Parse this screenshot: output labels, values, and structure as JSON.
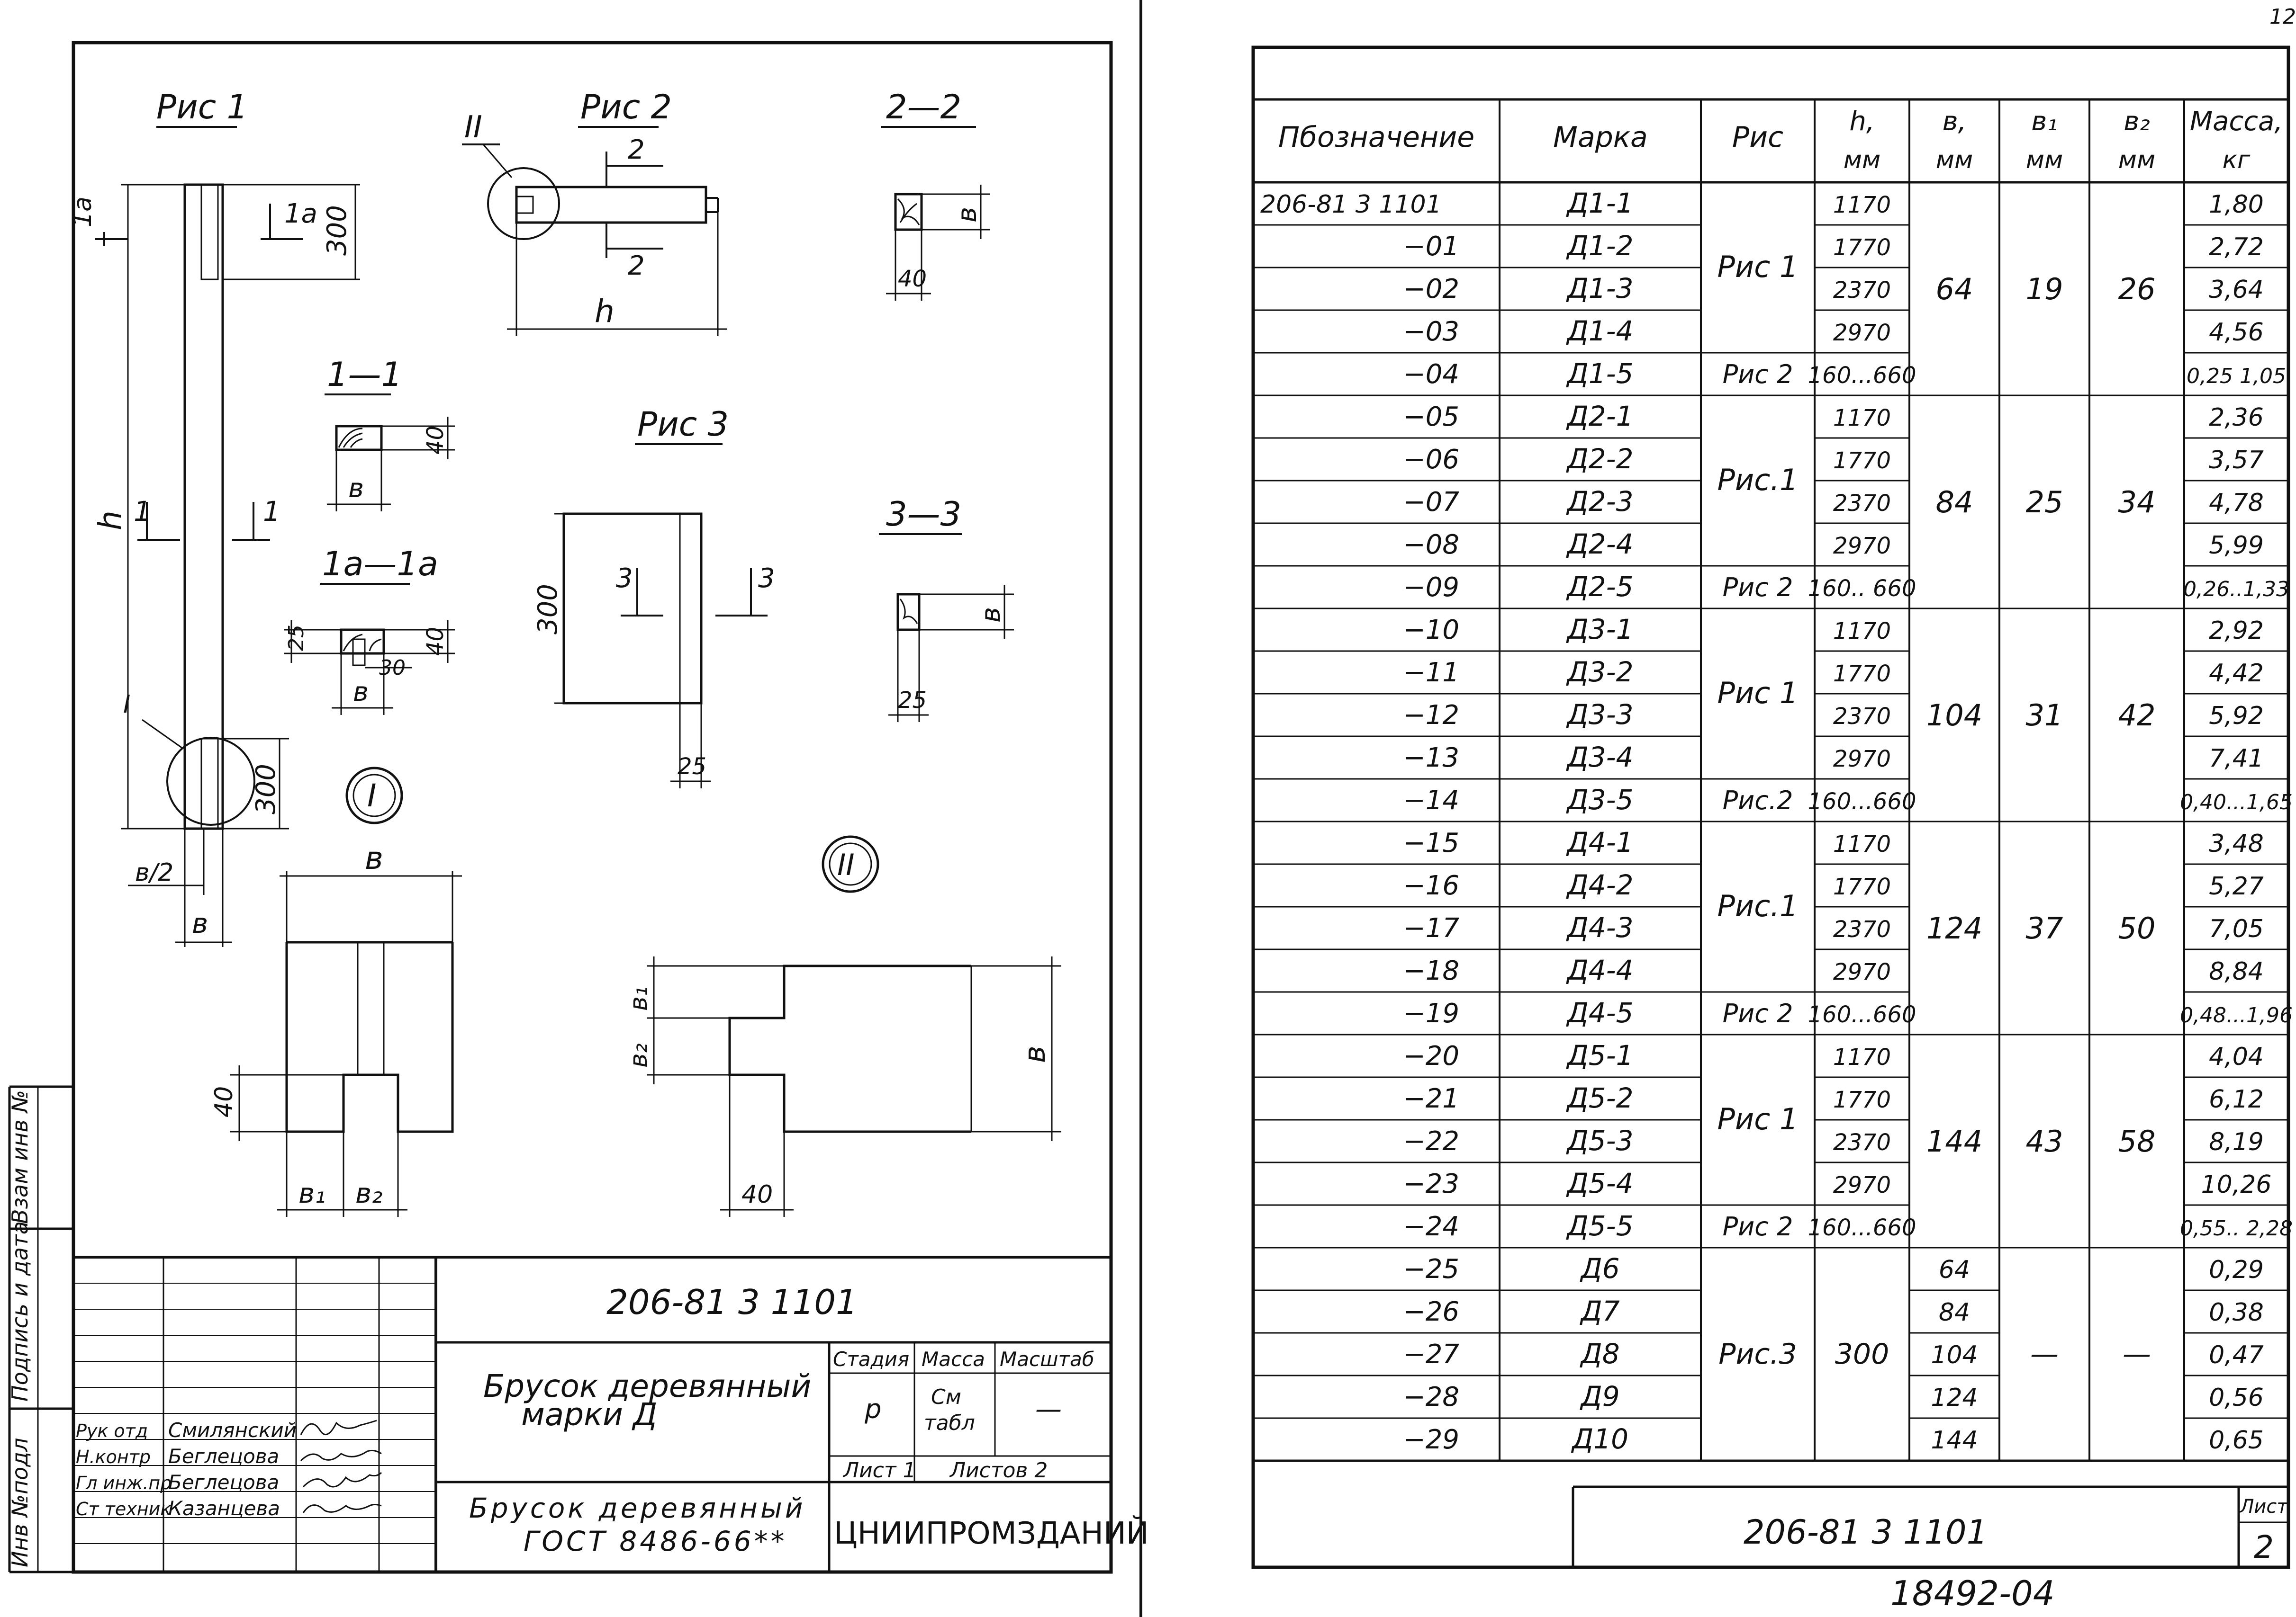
{
  "page_number": "12",
  "drawing": {
    "fig1": "Рис 1",
    "fig2": "Рис 2",
    "fig3": "Рис 3",
    "sec_2_2": "2—2",
    "sec_1_1": "1—1",
    "sec_1a_1a": "1а—1а",
    "sec_3_3": "3—3",
    "roman_1": "I",
    "roman_2": "II",
    "labels": {
      "cut_1a": "1а",
      "cut_1": "1",
      "cut_2": "2",
      "cut_3": "3",
      "h": "h",
      "b": "в",
      "b_half": "в/2",
      "b1": "в₁",
      "b2": "в₂",
      "d300": "300",
      "d40": "40",
      "d25": "25",
      "d30": "30"
    }
  },
  "stamp": {
    "code": "206-81 3 1101",
    "title_line1": "Брусок деревянный",
    "title_line2": "марки Д",
    "col_stage": "Стадия",
    "col_mass": "Масса",
    "col_scale": "Масштаб",
    "stage_value": "р",
    "mass_value_1": "См",
    "mass_value_2": "табл",
    "scale_value": "—",
    "sheet_label": "Лист 1",
    "sheets_label": "Листов 2",
    "material_line1": "Брусок деревянный",
    "material_line2": "ГОСТ 8486-66**",
    "org": "ЦНИИПРОМЗДАНИЙ",
    "roles": [
      {
        "role": "Рук отд",
        "name": "Смилянский"
      },
      {
        "role": "Н.контр",
        "name": "Беглецова"
      },
      {
        "role": "Гл инж.пр",
        "name": "Беглецова"
      },
      {
        "role": "Ст техник",
        "name": "Казанцева"
      }
    ]
  },
  "side_strip": {
    "inv_podl": "Инв №подл",
    "podpis": "Подпись и дата",
    "vzam": "Взам инв №"
  },
  "table": {
    "headers": [
      "Пбозначение",
      "Марка",
      "Рис",
      "h, мм",
      "в, мм",
      "в₁ мм",
      "в₂ мм",
      "Масса, кг"
    ],
    "rows": [
      {
        "oboz": "206-81 3 1101",
        "marka": "Д1-1",
        "h": "1170",
        "mass": "1,80"
      },
      {
        "oboz": "−01",
        "marka": "Д1-2",
        "h": "1770",
        "mass": "2,72"
      },
      {
        "oboz": "−02",
        "marka": "Д1-3",
        "h": "2370",
        "mass": "3,64"
      },
      {
        "oboz": "−03",
        "marka": "Д1-4",
        "h": "2970",
        "mass": "4,56"
      },
      {
        "oboz": "−04",
        "marka": "Д1-5",
        "h": "160...660",
        "mass": "0,25 1,05"
      },
      {
        "oboz": "−05",
        "marka": "Д2-1",
        "h": "1170",
        "mass": "2,36"
      },
      {
        "oboz": "−06",
        "marka": "Д2-2",
        "h": "1770",
        "mass": "3,57"
      },
      {
        "oboz": "−07",
        "marka": "Д2-3",
        "h": "2370",
        "mass": "4,78"
      },
      {
        "oboz": "−08",
        "marka": "Д2-4",
        "h": "2970",
        "mass": "5,99"
      },
      {
        "oboz": "−09",
        "marka": "Д2-5",
        "h": "160.. 660",
        "mass": "0,26..1,33"
      },
      {
        "oboz": "−10",
        "marka": "Д3-1",
        "h": "1170",
        "mass": "2,92"
      },
      {
        "oboz": "−11",
        "marka": "Д3-2",
        "h": "1770",
        "mass": "4,42"
      },
      {
        "oboz": "−12",
        "marka": "Д3-3",
        "h": "2370",
        "mass": "5,92"
      },
      {
        "oboz": "−13",
        "marka": "Д3-4",
        "h": "2970",
        "mass": "7,41"
      },
      {
        "oboz": "−14",
        "marka": "Д3-5",
        "h": "160...660",
        "mass": "0,40...1,65"
      },
      {
        "oboz": "−15",
        "marka": "Д4-1",
        "h": "1170",
        "mass": "3,48"
      },
      {
        "oboz": "−16",
        "marka": "Д4-2",
        "h": "1770",
        "mass": "5,27"
      },
      {
        "oboz": "−17",
        "marka": "Д4-3",
        "h": "2370",
        "mass": "7,05"
      },
      {
        "oboz": "−18",
        "marka": "Д4-4",
        "h": "2970",
        "mass": "8,84"
      },
      {
        "oboz": "−19",
        "marka": "Д4-5",
        "h": "160...660",
        "mass": "0,48...1,96"
      },
      {
        "oboz": "−20",
        "marka": "Д5-1",
        "h": "1170",
        "mass": "4,04"
      },
      {
        "oboz": "−21",
        "marka": "Д5-2",
        "h": "1770",
        "mass": "6,12"
      },
      {
        "oboz": "−22",
        "marka": "Д5-3",
        "h": "2370",
        "mass": "8,19"
      },
      {
        "oboz": "−23",
        "marka": "Д5-4",
        "h": "2970",
        "mass": "10,26"
      },
      {
        "oboz": "−24",
        "marka": "Д5-5",
        "h": "160...660",
        "mass": "0,55.. 2,28"
      },
      {
        "oboz": "−25",
        "marka": "Д6",
        "b": "64",
        "mass": "0,29"
      },
      {
        "oboz": "−26",
        "marka": "Д7",
        "b": "84",
        "mass": "0,38"
      },
      {
        "oboz": "−27",
        "marka": "Д8",
        "b": "104",
        "mass": "0,47"
      },
      {
        "oboz": "−28",
        "marka": "Д9",
        "b": "124",
        "mass": "0,56"
      },
      {
        "oboz": "−29",
        "marka": "Д10",
        "b": "144",
        "mass": "0,65"
      }
    ],
    "groups": [
      {
        "fig_a": "Рис 1",
        "fig_b": "Рис 2",
        "b": "64",
        "b1": "19",
        "b2": "26"
      },
      {
        "fig_a": "Рис.1",
        "fig_b": "Рис 2",
        "b": "84",
        "b1": "25",
        "b2": "34"
      },
      {
        "fig_a": "Рис 1",
        "fig_b": "Рис.2",
        "b": "104",
        "b1": "31",
        "b2": "42"
      },
      {
        "fig_a": "Рис.1",
        "fig_b": "Рис 2",
        "b": "124",
        "b1": "37",
        "b2": "50"
      },
      {
        "fig_a": "Рис 1",
        "fig_b": "Рис 2",
        "b": "144",
        "b1": "43",
        "b2": "58"
      }
    ],
    "last_group": {
      "fig": "Рис.3",
      "h": "300",
      "b1": "—",
      "b2": "—"
    },
    "footer_code": "206-81 3 1101",
    "footer_sheet_label": "Лист",
    "footer_sheet_value": "2"
  },
  "bottom_number": "18492-04"
}
